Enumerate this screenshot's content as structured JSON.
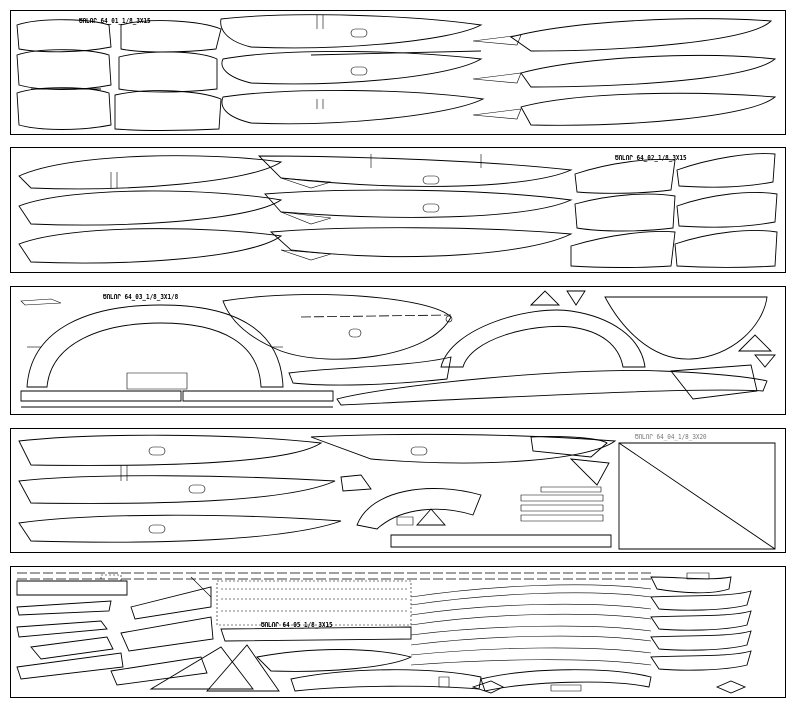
{
  "sheets": [
    {
      "id": "sheet-1",
      "label": "ԾՈԼՈՐ 64_01_1/8_3X15"
    },
    {
      "id": "sheet-2",
      "label": "ԾՈԼՈՐ 64_02_1/8_3X15"
    },
    {
      "id": "sheet-3",
      "label": "ԾՈԼՈՐ 64_03_1/8_3X1/8"
    },
    {
      "id": "sheet-4",
      "label": "ԾՈԼՈՐ 64_04_1/8_3X20"
    },
    {
      "id": "sheet-5",
      "label": "ԾՈԼՈՐ 64_05_1/8_3X15"
    }
  ],
  "colors": {
    "line": "#000000",
    "background": "#ffffff"
  }
}
